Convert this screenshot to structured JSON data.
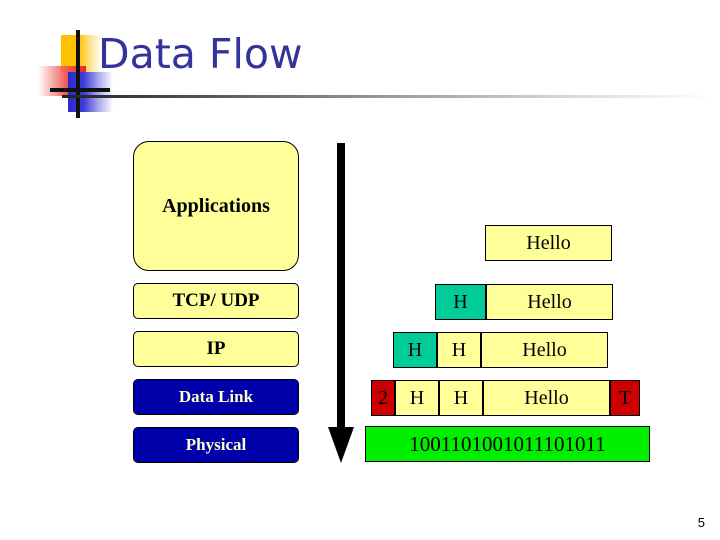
{
  "slide": {
    "title": "Data Flow",
    "number": "5",
    "title_color": "#333399"
  },
  "decoration": {
    "yellow_color": "#FFC000",
    "red_color": "#E8232A",
    "blue_color": "#2A2ACB",
    "cross_color": "#111111"
  },
  "colors": {
    "payload_yellow": "#FFFF99",
    "layer_navy": "#0000AA",
    "header_teal": "#00CC99",
    "frame_red": "#CC0000",
    "bits_green": "#00EE00"
  },
  "layer_stack": {
    "items": [
      {
        "label": "Applications",
        "fill": "yellow"
      },
      {
        "label": "TCP/ UDP",
        "fill": "yellow"
      },
      {
        "label": "IP",
        "fill": "yellow"
      },
      {
        "label": "Data Link",
        "fill": "navy"
      },
      {
        "label": "Physical",
        "fill": "navy"
      }
    ]
  },
  "flow_arrow": {
    "direction": "down",
    "color": "#000000"
  },
  "encapsulation": {
    "rows": [
      {
        "layer": "Applications",
        "cells": [
          {
            "text": "Hello",
            "fill": "yellow"
          }
        ]
      },
      {
        "layer": "TCP/ UDP",
        "cells": [
          {
            "text": "H",
            "fill": "teal"
          },
          {
            "text": "Hello",
            "fill": "yellow"
          }
        ]
      },
      {
        "layer": "IP",
        "cells": [
          {
            "text": "H",
            "fill": "teal"
          },
          {
            "text": "H",
            "fill": "yellow"
          },
          {
            "text": "Hello",
            "fill": "yellow"
          }
        ]
      },
      {
        "layer": "Data Link",
        "cells": [
          {
            "text": "2",
            "fill": "red"
          },
          {
            "text": "H",
            "fill": "yellow"
          },
          {
            "text": "H",
            "fill": "yellow"
          },
          {
            "text": "Hello",
            "fill": "yellow"
          },
          {
            "text": "T",
            "fill": "red"
          }
        ]
      },
      {
        "layer": "Physical",
        "cells": [
          {
            "text": "1001101001011101011",
            "fill": "green"
          }
        ]
      }
    ]
  }
}
